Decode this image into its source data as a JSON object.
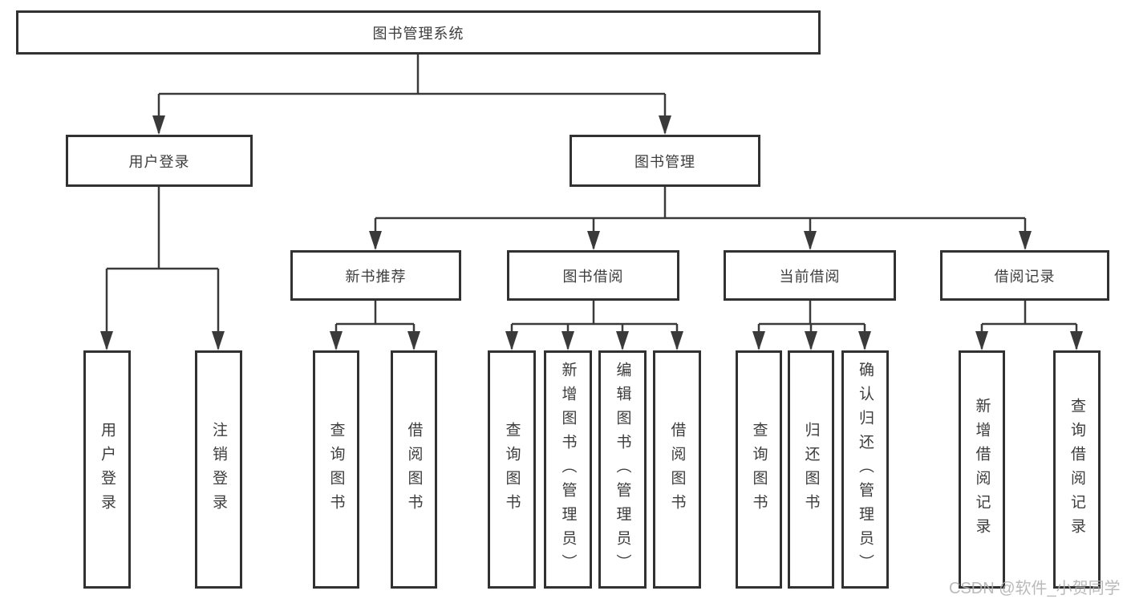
{
  "tree": {
    "root": {
      "label": "图书管理系统"
    },
    "children": [
      {
        "label": "用户登录",
        "children": [
          {
            "label": "用户登录"
          },
          {
            "label": "注销登录"
          }
        ]
      },
      {
        "label": "图书管理",
        "children": [
          {
            "label": "新书推荐",
            "children": [
              {
                "label": "查询图书"
              },
              {
                "label": "借阅图书"
              }
            ]
          },
          {
            "label": "图书借阅",
            "children": [
              {
                "label": "查询图书"
              },
              {
                "label": "新增图书（管理员）"
              },
              {
                "label": "编辑图书（管理员）"
              },
              {
                "label": "借阅图书"
              }
            ]
          },
          {
            "label": "当前借阅",
            "children": [
              {
                "label": "查询图书"
              },
              {
                "label": "归还图书"
              },
              {
                "label": "确认归还（管理员）"
              }
            ]
          },
          {
            "label": "借阅记录",
            "children": [
              {
                "label": "新增借阅记录"
              },
              {
                "label": "查询借阅记录"
              }
            ]
          }
        ]
      }
    ]
  },
  "watermark": "CSDN @软件_小贺同学",
  "colors": {
    "line": "#3a3a3a",
    "box_border": "#313131",
    "text": "#3d3d3d",
    "watermark": "#b1b1b1",
    "background": "#ffffff"
  }
}
